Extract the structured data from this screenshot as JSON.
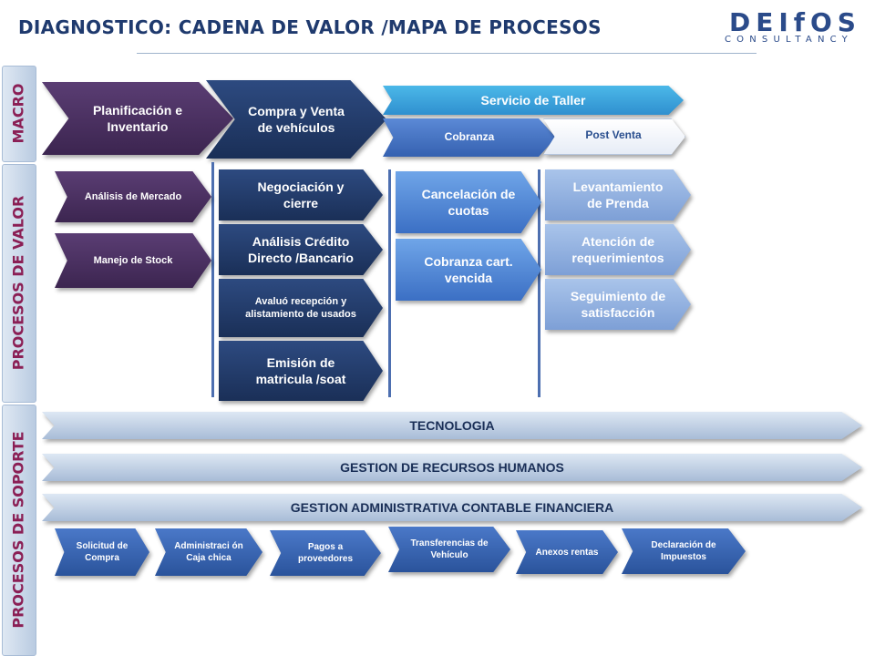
{
  "header": {
    "title": "DIAGNOSTICO: CADENA DE VALOR /MAPA DE PROCESOS",
    "logo_main": "DEIfOS",
    "logo_sub": "CONSULTANCY"
  },
  "side_labels": {
    "macro": "MACRO",
    "valor": "PROCESOS DE VALOR",
    "soporte": "PROCESOS DE SOPORTE"
  },
  "macro": {
    "planificacion": "Planificación e Inventario",
    "compra_venta": "Compra y Venta de vehículos",
    "servicio_taller": "Servicio de Taller",
    "cobranza": "Cobranza",
    "post_venta": "Post  Venta"
  },
  "valor": {
    "analisis_mercado": "Análisis de Mercado",
    "manejo_stock": "Manejo de Stock",
    "negociacion": "Negociación y cierre",
    "analisis_credito": "Análisis Crédito Directo /Bancario",
    "avaluo": "Avaluó recepción y alistamiento de usados",
    "emision": "Emisión de matricula /soat",
    "cancelacion": "Cancelación de cuotas",
    "cobranza_cart": "Cobranza cart. vencida",
    "levantamiento": "Levantamiento de Prenda",
    "atencion": "Atención de requerimientos",
    "seguimiento": "Seguimiento de satisfacción"
  },
  "soporte": {
    "tecnologia": "TECNOLOGIA",
    "rrhh": "GESTION DE RECURSOS HUMANOS",
    "admin": "GESTION ADMINISTRATIVA CONTABLE FINANCIERA",
    "sub": [
      "Solicitud  de Compra",
      "Administraci ón Caja chica",
      "Pagos a proveedores",
      "Transferencias de Vehículo",
      "Anexos rentas",
      "Declaración de Impuestos"
    ]
  }
}
